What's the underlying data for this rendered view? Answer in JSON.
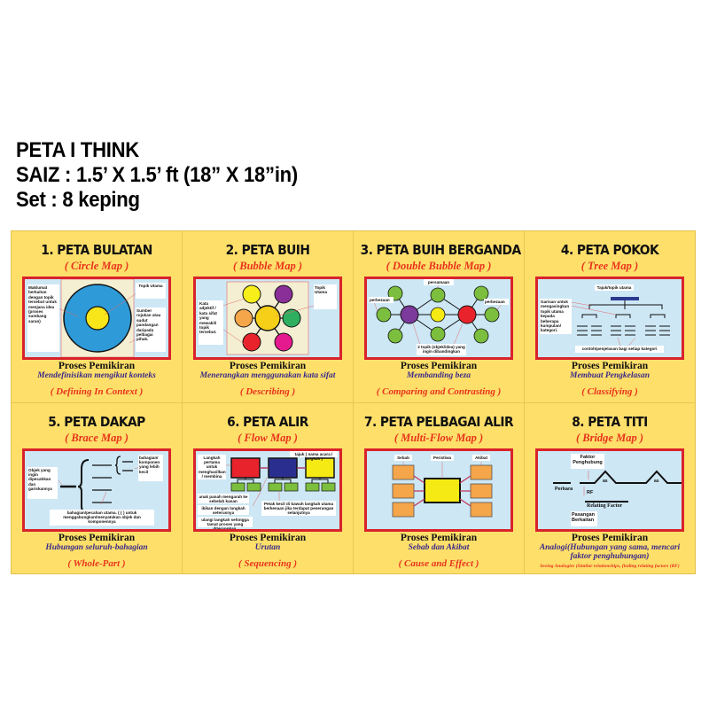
{
  "header": {
    "line1": "PETA I THINK",
    "line2": "SAIZ : 1.5’ X 1.5’ ft (18” X 18”in)",
    "line3": "Set : 8 keping"
  },
  "colors": {
    "panel_bg": "#fddf6a",
    "border_red": "#d9232b",
    "diagram_bg": "#cde7f5",
    "subtitle_red": "#e8331c",
    "desc_purple": "#3a2a8a"
  },
  "panels": [
    {
      "title": "1.  PETA BULATAN",
      "subtitle": "( Circle Map )",
      "proses": "Proses Pemikiran",
      "description": "Mendefinisikan mengikut konteks",
      "english": "( Defining In Context )",
      "labels": {
        "left": "Maklumat berkaitan dengan topik tersebut untuk menjana idea (proses sumbang saran)",
        "topic": "Topik Utama",
        "right": "Sumber rujukan atau sudut pandangan daripada pelbagai pihak."
      }
    },
    {
      "title": "2. PETA BUIH",
      "subtitle": "( Bubble Map )",
      "proses": "Proses Pemikiran",
      "description": "Menerangkan menggunakan kata sifat",
      "english": "( Describing )",
      "labels": {
        "left": "Kata adjektif / kata sifat yang mewakili topik tersebut.",
        "topic": "Topik Utama"
      }
    },
    {
      "title": "3. PETA BUIH BERGANDA",
      "subtitle": "( Double Bubble Map )",
      "proses": "Proses Pemikiran",
      "description": "Membanding beza",
      "english": "( Comparing and Contrasting )",
      "labels": {
        "top": "persamaan",
        "left": "perbezaan",
        "right": "perbezaan",
        "bottom": "2 topik (objek/idea) yang ingin dibandingkan"
      }
    },
    {
      "title": "4.  PETA POKOK",
      "subtitle": "( Tree Map )",
      "proses": "Proses Pemikiran",
      "description": "Membuat Pengkelasan",
      "english": "( Classifying )",
      "labels": {
        "top": "Tajuk/topik utama",
        "left": "Garisan untuk mengasingkan topik utama kepada beberapa kumpulan/ kategori.",
        "bottom": "contoh/penjelasan bagi setiap kategori"
      }
    },
    {
      "title": "5. PETA DAKAP",
      "subtitle": "( Brace Map )",
      "proses": "Proses Pemikiran",
      "description": "Hubungan seluruh-bahagian",
      "english": "( Whole-Part )",
      "labels": {
        "left": "Objek yang ingin dipecahkan dan gariskannya",
        "right": "bahagian/ komponen yang lebih kecil",
        "bottom": "bahagian/pecahan utama. ( { ) untuk menggabungkan/menyatukan objek dan komponennya"
      }
    },
    {
      "title": "6. PETA ALIR",
      "subtitle": "( Flow Map )",
      "proses": "Proses Pemikiran",
      "description": "Urutan",
      "english": "( Sequencing )",
      "labels": {
        "top": "tajuk ( nama acara / langkah )",
        "left1": "Langkah pertama untuk menghasilkan / membina",
        "left2": "anak panah mengarah ke sebelah kanan",
        "left3": "ikikan dengan langkah seterusnya",
        "left4": "ulangi langkah sehingga tamat proses yang diterangkan.",
        "right": "Petak kecil di bawah langkah utama berkenaan jika terdapat penerangan selanjutnya"
      }
    },
    {
      "title": "7. PETA PELBAGAI ALIR",
      "subtitle": "( Multi-Flow Map )",
      "proses": "Proses Pemikiran",
      "description": "Sebab dan Akibat",
      "english": "( Cause and Effect )",
      "labels": {
        "left": "Sebab",
        "center": "Peristiwa",
        "right": "Akibat"
      }
    },
    {
      "title": "8. PETA TITI",
      "subtitle": "( Bridge Map )",
      "proses": "Proses Pemikiran",
      "description": "Analogi(Hubungan yang sama, mencari faktor penghubungan)",
      "english": "Seeing Analogies (Similar relationships, finding relating factors (RF)",
      "labels": {
        "top": "Faktor Penghubung",
        "perkara": "Perkara",
        "rf": "RF",
        "relating": "Relating Factor",
        "pasangan": "Pasangan Berkaitan",
        "as1": "as",
        "as2": "as"
      }
    }
  ]
}
